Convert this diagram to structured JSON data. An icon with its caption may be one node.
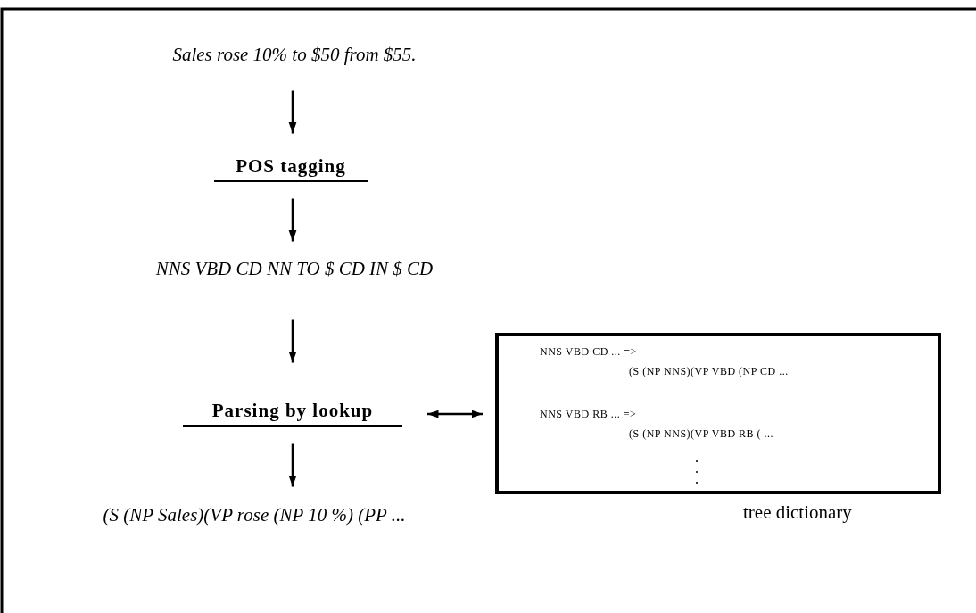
{
  "diagram": {
    "nodes": [
      {
        "text": [
          "Sales rose 10% to $50 from $55."
        ]
      },
      {
        "text": [
          "POS tagging"
        ]
      },
      {
        "text": [
          "NNS VBD CD NN TO $ CD IN $ CD"
        ]
      },
      {
        "text": [
          "Parsing by lookup"
        ]
      },
      {
        "text": [
          "(S (NP Sales)(VP rose (NP 10 %) (PP ..."
        ]
      },
      {
        "text": [
          "NNS VBD CD ... =>",
          "(S (NP NNS)(VP VBD (NP CD ...",
          "NNS VBD RB ... =>",
          "(S (NP NNS)(VP VBD RB ( ..."
        ],
        "beside": [
          "tree dictionary"
        ]
      }
    ],
    "edges": [
      {
        "from": 0,
        "to": 1,
        "arrow": "to"
      },
      {
        "from": 1,
        "to": 2,
        "arrow": "to"
      },
      {
        "from": 2,
        "to": 3,
        "arrow": "to"
      },
      {
        "from": 3,
        "to": 4,
        "arrow": "to"
      },
      {
        "from": 3,
        "to": 5,
        "arrow": "both"
      }
    ]
  }
}
